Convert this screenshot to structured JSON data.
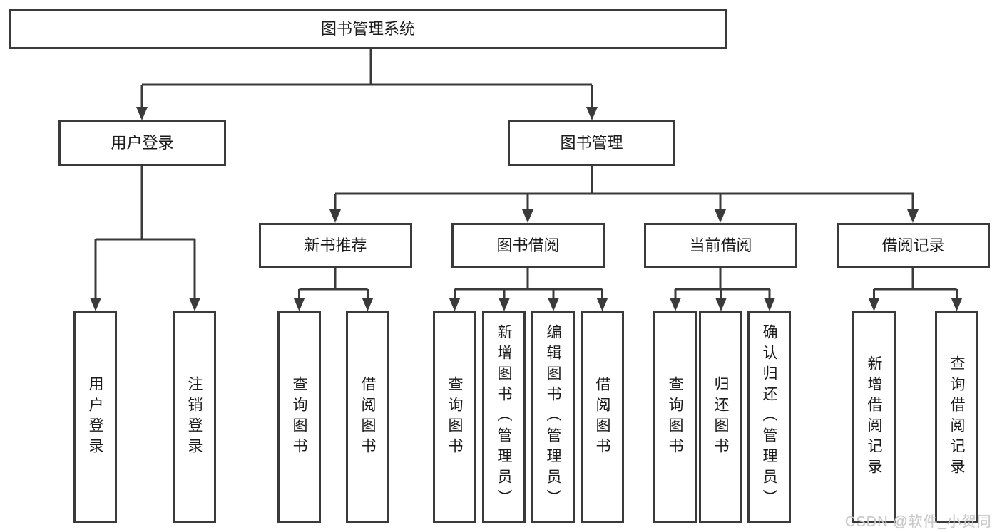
{
  "title": "图书管理系统",
  "tree": {
    "label": "图书管理系统",
    "children": [
      {
        "label": "用户登录",
        "leaves": [
          {
            "label": "用户登录"
          },
          {
            "label": "注销登录"
          }
        ]
      },
      {
        "label": "图书管理",
        "children": [
          {
            "label": "新书推荐",
            "leaves": [
              {
                "label": "查询图书"
              },
              {
                "label": "借阅图书"
              }
            ]
          },
          {
            "label": "图书借阅",
            "leaves": [
              {
                "label": "查询图书"
              },
              {
                "label": "新增图书（管理员）"
              },
              {
                "label": "编辑图书（管理员）"
              },
              {
                "label": "借阅图书"
              }
            ]
          },
          {
            "label": "当前借阅",
            "leaves": [
              {
                "label": "查询图书"
              },
              {
                "label": "归还图书"
              },
              {
                "label": "确认归还（管理员）"
              }
            ]
          },
          {
            "label": "借阅记录",
            "leaves": [
              {
                "label": "新增借阅记录"
              },
              {
                "label": "查询借阅记录"
              }
            ]
          }
        ]
      }
    ]
  },
  "watermark": {
    "text": "CSDN @软件_小贺同学"
  },
  "colors": {
    "line": "#3a3a3a",
    "box_border": "#3a3a3a",
    "box_fill": "#ffffff",
    "text": "#1b1b1b",
    "watermark": "#c9c9c9",
    "background": "#ffffff"
  }
}
